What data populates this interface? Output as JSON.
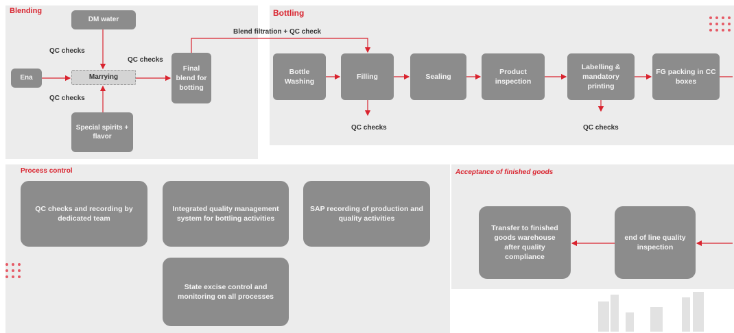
{
  "blending": {
    "title": "Blending",
    "dm_water": "DM water",
    "ena": "Ena",
    "marrying": "Marrying",
    "special_spirits": "Special spirits + flavor",
    "final_blend": "Final blend for botting",
    "qc_checks_top": "QC checks",
    "qc_checks_bottom": "QC checks",
    "qc_checks_right": "QC checks"
  },
  "bottling": {
    "title": "Bottling",
    "filtration_label": "Blend filtration + QC check",
    "bottle_washing": "Bottle Washing",
    "filling": "Filling",
    "sealing": "Sealing",
    "product_inspection": "Product inspection",
    "labelling": "Labelling & mandatory printing",
    "fg_packing": "FG packing in CC boxes",
    "qc_checks_filling": "QC checks",
    "qc_checks_labelling": "QC checks"
  },
  "process_control": {
    "title": "Process control",
    "box1": "QC checks and recording  by dedicated team",
    "box2": "Integrated quality management system for bottling activities",
    "box3": "SAP recording of production and quality activities",
    "box4": "State excise control  and monitoring on all processes"
  },
  "acceptance": {
    "title": "Acceptance of finished goods",
    "end_of_line": "end of line quality inspection",
    "transfer": "Transfer to finished goods warehouse after quality compliance"
  },
  "colors": {
    "accent": "#d9232e",
    "box": "#8c8c8c",
    "panel": "#ececec"
  }
}
